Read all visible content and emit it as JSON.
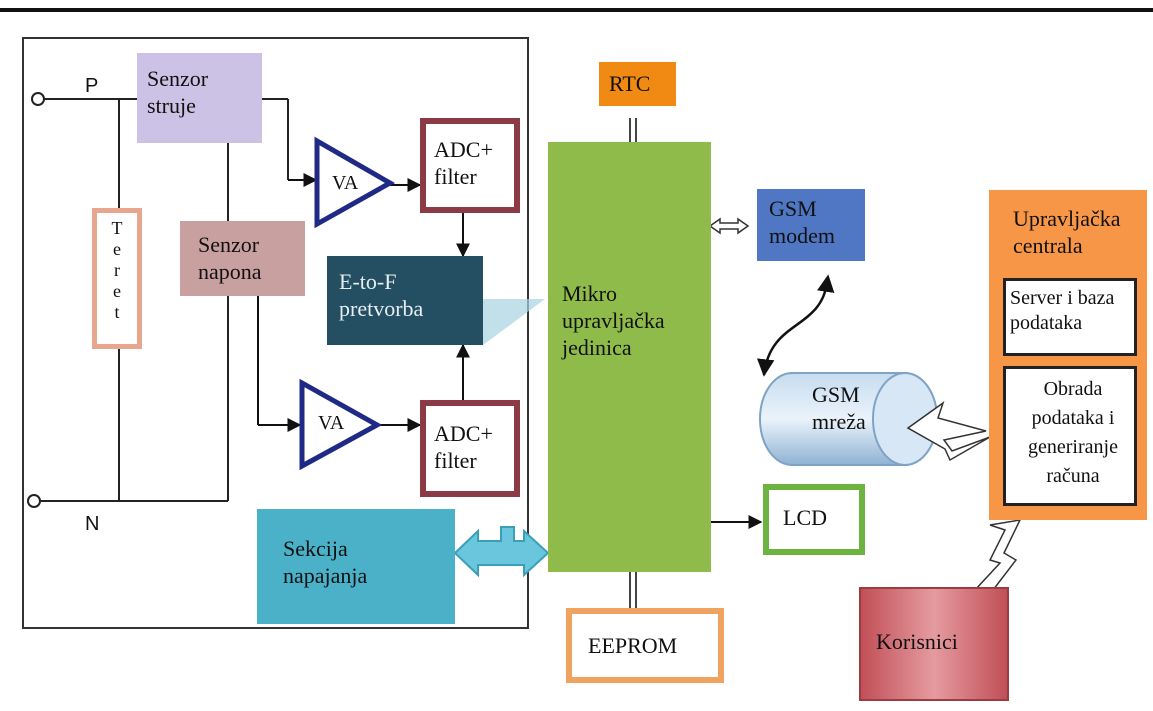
{
  "terminals": {
    "p": "P",
    "n": "N"
  },
  "blocks": {
    "senzor_struje": "Senzor struje",
    "teret": [
      "T",
      "e",
      "r",
      "e",
      "t"
    ],
    "senzor_napona": "Senzor napona",
    "va_top": "VA",
    "va_bottom": "VA",
    "adc_top": [
      "ADC+",
      "filter"
    ],
    "adc_bottom": [
      "ADC+",
      "filter"
    ],
    "e_to_f": [
      "E-to-F",
      "pretvorba"
    ],
    "mcu": [
      "Mikro",
      "upravljačka",
      "jedinica"
    ],
    "rtc": "RTC",
    "gsm_modem": [
      "GSM",
      "modem"
    ],
    "gsm_mreza": [
      "GSM",
      "mreža"
    ],
    "lcd": "LCD",
    "eeprom": "EEPROM",
    "sekcija": [
      "Sekcija",
      "napajanja"
    ],
    "upravljacka_centrala": [
      "Upravljačka",
      "centrala"
    ],
    "server": [
      "Server i baza",
      "podataka"
    ],
    "obrada": [
      "Obrada",
      "podataka i",
      "generiranje",
      "računa"
    ],
    "korisnici": "Korisnici"
  },
  "colors": {
    "senzor_struje": "#ccc2e6",
    "senzor_napona": "#c9a0a0",
    "teret_border": "#e8a68e",
    "va_border": "#1f2a86",
    "adc_border": "#8c3a46",
    "e_to_f": "#244f63",
    "mcu": "#8fbb4a",
    "rtc": "#f08a12",
    "gsm_modem": "#4f77c3",
    "gsm_mreza": "#a9c5df",
    "lcd_border": "#6db33f",
    "eeprom_border": "#efa35f",
    "sekcija": "#4ab1c8",
    "centrala": "#f79647",
    "korisnici": "#c9545a"
  }
}
